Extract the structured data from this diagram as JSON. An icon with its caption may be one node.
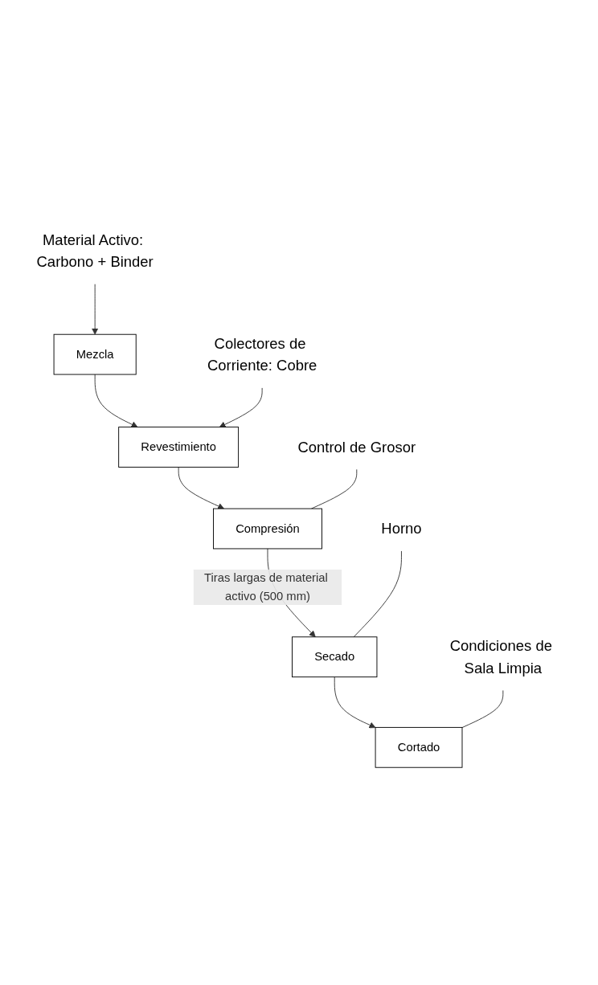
{
  "diagram": {
    "nodes": [
      {
        "text": [
          "Material Activo: Carbono + Binder"
        ]
      },
      {
        "text": [
          "Mezcla"
        ]
      },
      {
        "text": [
          "Colectores de Corriente: Cobre"
        ]
      },
      {
        "text": [
          "Revestimiento"
        ]
      },
      {
        "text": [
          "Control de Grosor"
        ]
      },
      {
        "text": [
          "Compresión"
        ]
      },
      {
        "text": [
          "Horno"
        ]
      },
      {
        "text": [
          "Secado"
        ]
      },
      {
        "text": [
          "Condiciones de Sala Limpia"
        ]
      },
      {
        "text": [
          "Cortado"
        ]
      }
    ],
    "edges": [
      {
        "from": 0,
        "to": 1,
        "arrow": "to"
      },
      {
        "from": 1,
        "to": 3,
        "arrow": "to"
      },
      {
        "from": 2,
        "to": 3,
        "arrow": "to"
      },
      {
        "from": 3,
        "to": 5,
        "arrow": "to"
      },
      {
        "from": 4,
        "to": 5,
        "arrow": "none"
      },
      {
        "from": 5,
        "to": 7,
        "arrow": "to",
        "label": "Tiras largas de material activo (500 mm)"
      },
      {
        "from": 6,
        "to": 7,
        "arrow": "none"
      },
      {
        "from": 7,
        "to": 9,
        "arrow": "to"
      },
      {
        "from": 8,
        "to": 9,
        "arrow": "none"
      }
    ]
  }
}
